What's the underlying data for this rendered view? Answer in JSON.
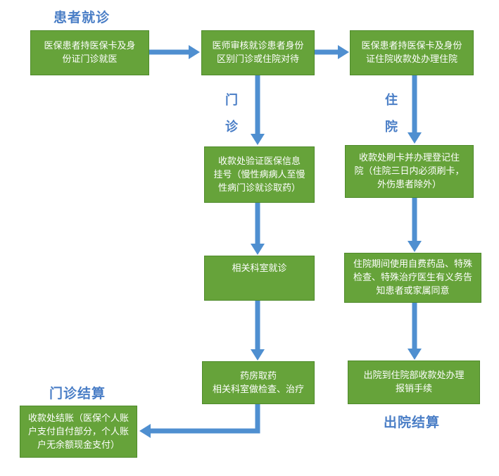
{
  "headings": {
    "patient_visit": "患者就诊",
    "outpatient_settlement": "门诊结算",
    "discharge_settlement": "出院结算"
  },
  "branch_labels": {
    "outpatient": [
      "门",
      "诊"
    ],
    "inpatient": [
      "住",
      "院"
    ]
  },
  "boxes": {
    "start": "医保患者持医保卡及身\n份证门诊就医",
    "doctor_review": "医师审核就诊患者身份\n区别门诊或住院对待",
    "inpatient_register": "医保患者持医保卡及身份\n证住院收款处办理住院",
    "outpatient_cashier": "收款处验证医保信息\n挂号（慢性病病人至慢\n性病门诊就诊取药）",
    "department_visit": "相关科室就诊",
    "pharmacy": "药房取药\n相关科室做检查、治疗",
    "outpatient_checkout": "收款处结账（医保个人账\n户支付自付部分，个人账\n户无余额现金支付）",
    "inpatient_card": "收款处刷卡并办理登记住\n院（住院三日内必须刷卡，\n外伤患者除外）",
    "inpatient_notice": "住院期间使用自费药品、特殊\n检查、特殊治疗医生有义务告\n知患者或家属同意",
    "discharge": "出院到住院部收款处办理\n报销手续"
  },
  "colors": {
    "box_fill": "#66a33a",
    "arrow": "#4f8fd0",
    "heading_text": "#4a7ec6"
  }
}
